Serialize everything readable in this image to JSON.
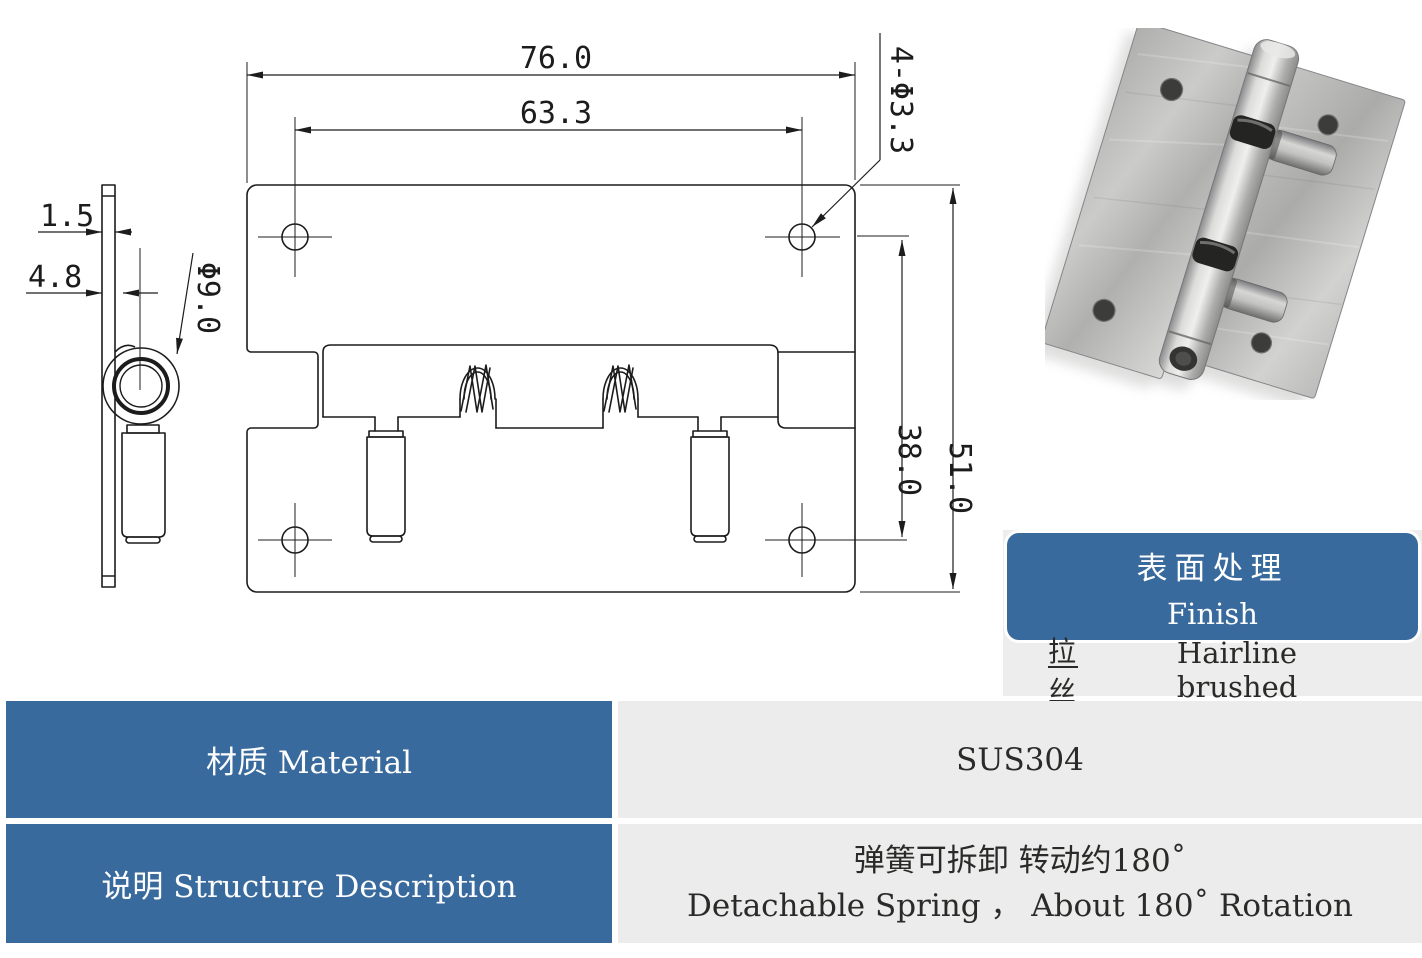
{
  "colors": {
    "accent_blue": "#386a9d",
    "panel_gray": "#ededed",
    "line_color": "#1c1c1c"
  },
  "drawing": {
    "front": {
      "dim_width": "76.0",
      "dim_hole_span_x": "63.3",
      "dim_holes": "4-Φ3.3",
      "dim_hole_span_y": "38.0",
      "dim_height": "51.0"
    },
    "side": {
      "dim_thickness": "1.5",
      "dim_offset": "4.8",
      "dim_knuckle_dia": "Φ9.0"
    }
  },
  "finish": {
    "title_zh": "表面处理",
    "title_en": "Finish",
    "method_zh": "拉丝",
    "method_en": "Hairline brushed"
  },
  "specs": {
    "material_label": "材质 Material",
    "material_value": "SUS304",
    "description_label": "说明 Structure Description",
    "description_zh": "弹簧可拆卸 转动约180˚",
    "description_en": "Detachable Spring ， About 180˚  Rotation"
  }
}
